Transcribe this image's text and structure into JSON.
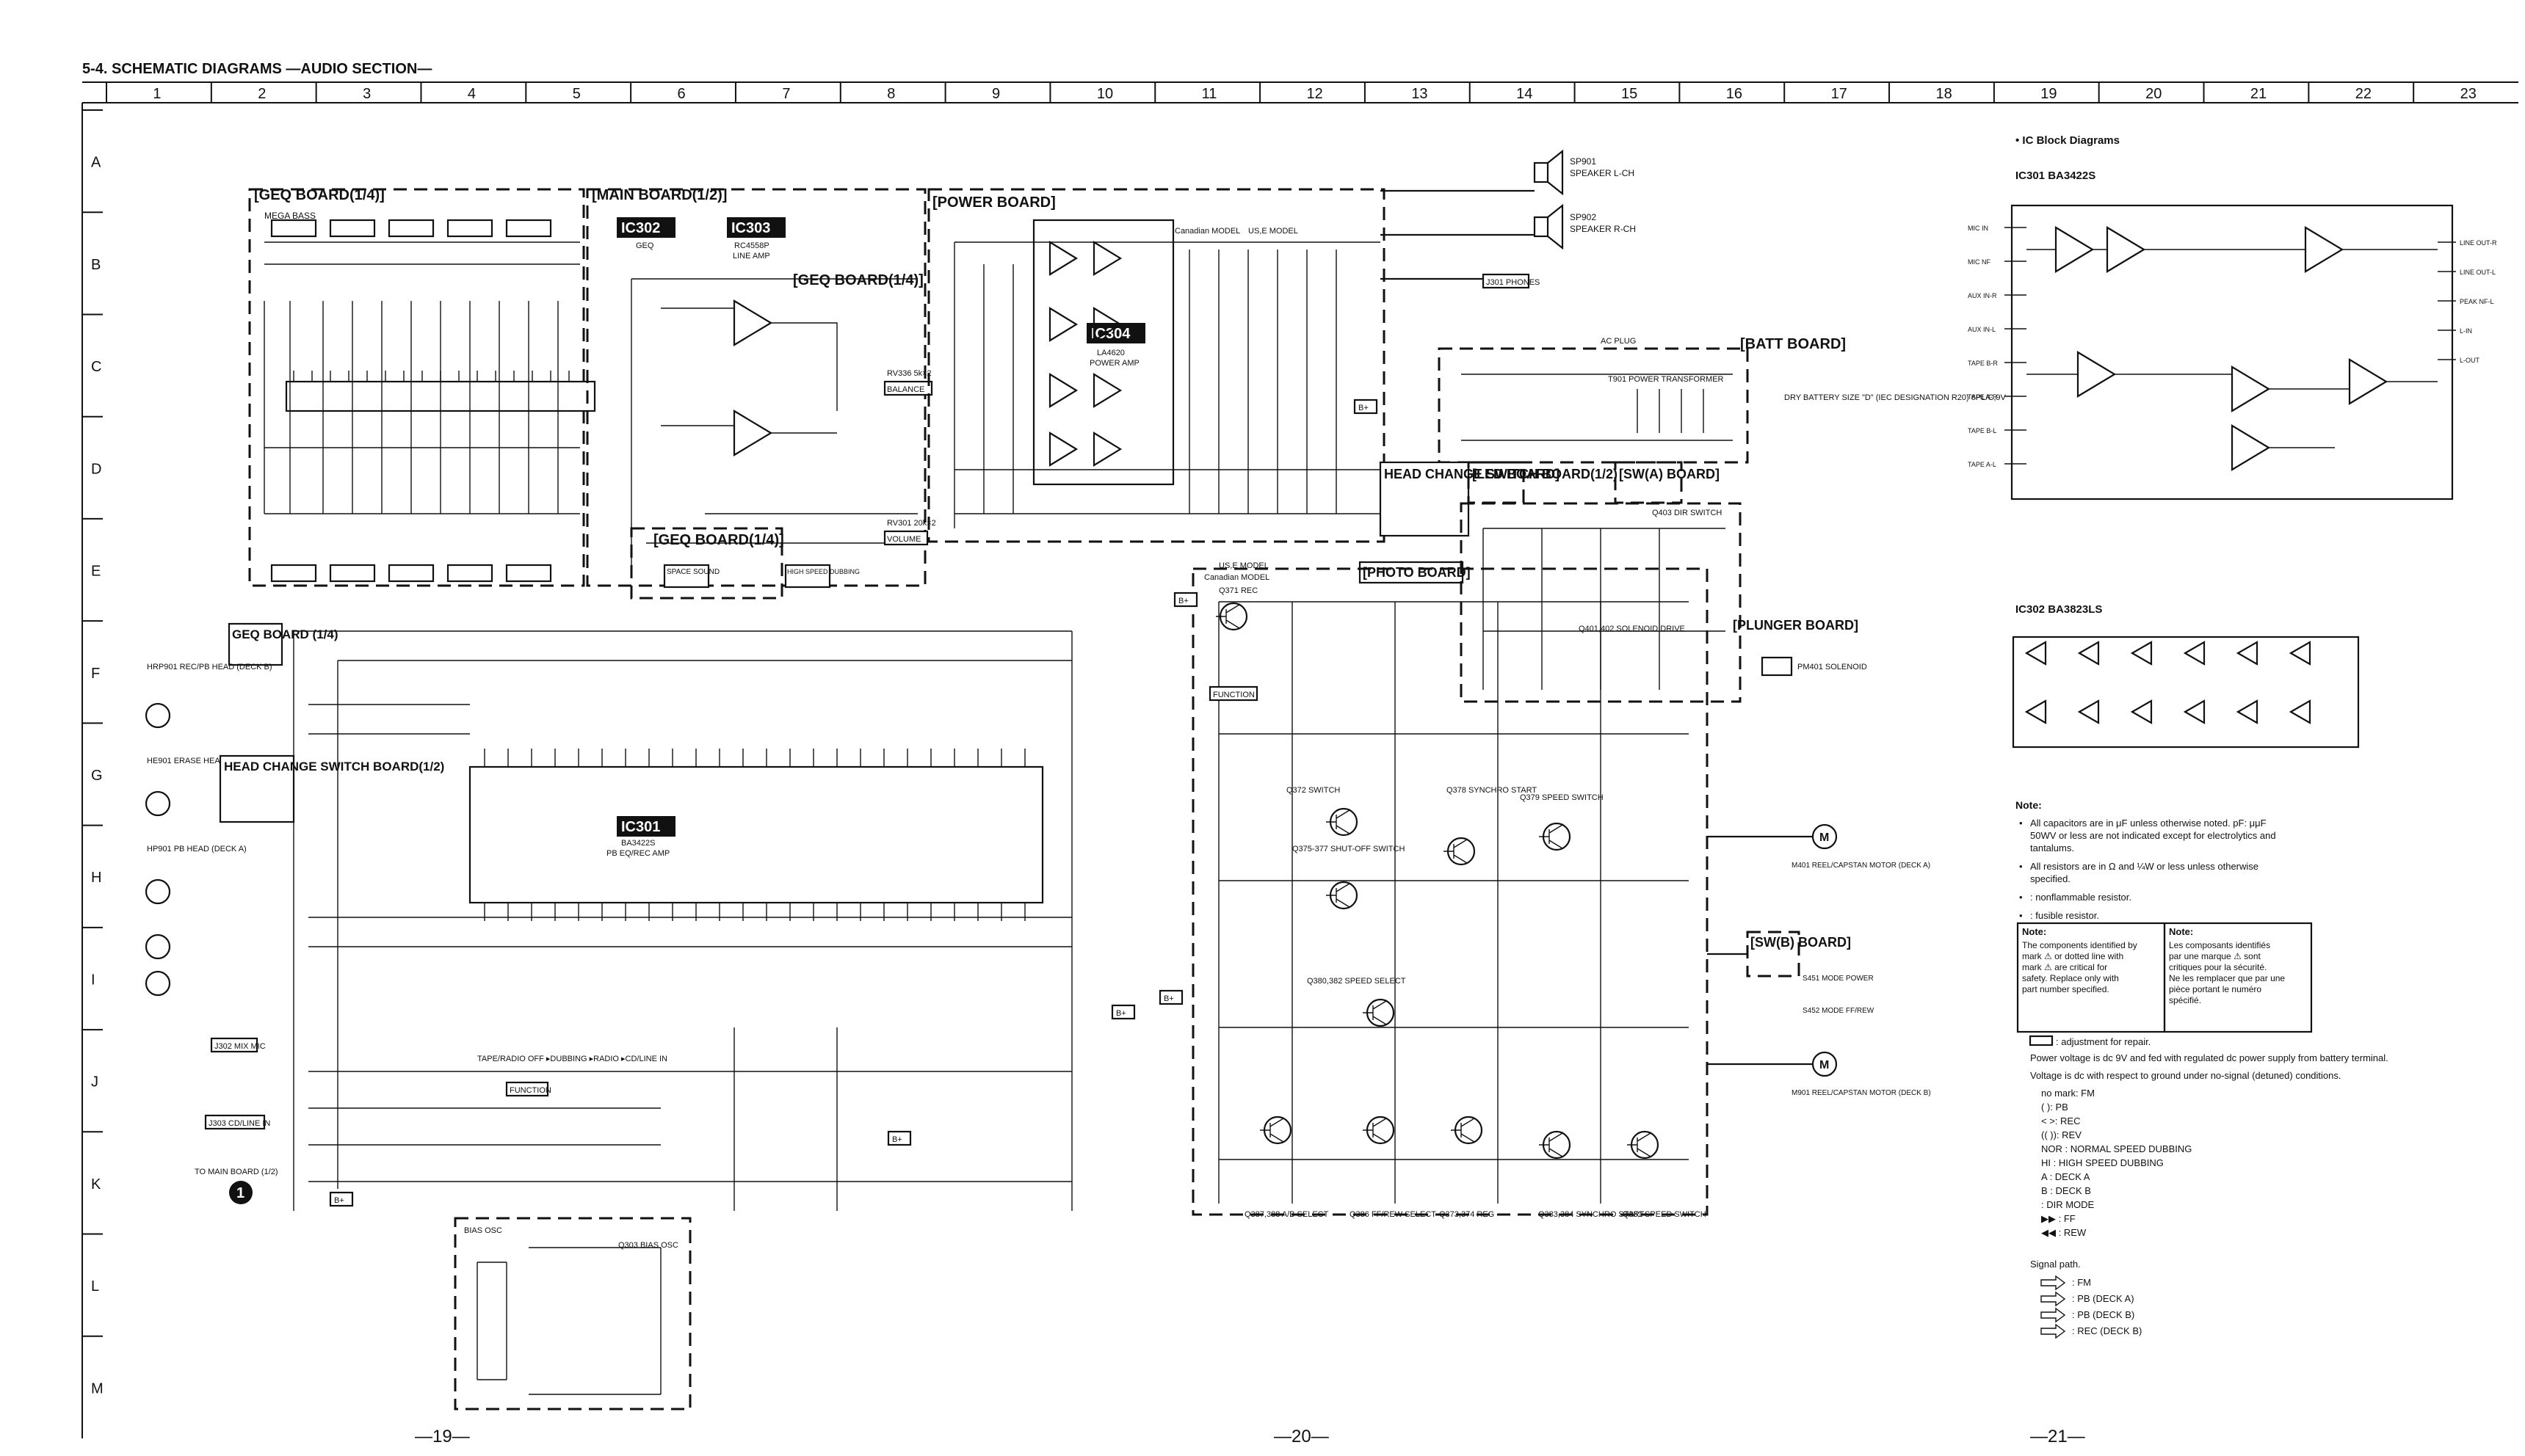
{
  "section_title": "5-4.  SCHEMATIC DIAGRAMS —AUDIO SECTION—",
  "columns": [
    "1",
    "2",
    "3",
    "4",
    "5",
    "6",
    "7",
    "8",
    "9",
    "10",
    "11",
    "12",
    "13",
    "14",
    "15",
    "16",
    "17",
    "18",
    "19",
    "20",
    "21",
    "22",
    "23"
  ],
  "rows": [
    "A",
    "B",
    "C",
    "D",
    "E",
    "F",
    "G",
    "H",
    "I",
    "J",
    "K",
    "L",
    "M"
  ],
  "page_numbers": [
    "—19—",
    "—20—",
    "—21—"
  ],
  "boards": {
    "geq_board_left": "[GEQ BOARD(1/4)]",
    "main_board": "[MAIN BOARD(1/2)]",
    "power_board": "[POWER BOARD]",
    "geq_board_mid": "[GEQ BOARD(1/4)]",
    "geq_board_lower": "[GEQ BOARD(1/4)]",
    "geq_side": "GEQ BOARD (1/4)",
    "batt_board": "[BATT BOARD]",
    "led_board": "[LED BOARD]",
    "sw_a_board": "[SW(A) BOARD]",
    "head_change_board_top": "HEAD CHANGE SWITCH BOARD(1/2)",
    "photo_board": "[PHOTO BOARD]",
    "plunger_board": "[PLUNGER BOARD]",
    "head_change_board_left": "HEAD CHANGE SWITCH BOARD(1/2)",
    "sw_b_board": "[SW(B) BOARD]"
  },
  "ics": {
    "ic302": {
      "name": "IC302",
      "sub": "GEQ"
    },
    "ic303": {
      "name": "IC303",
      "part": "RC4558P",
      "sub": "LINE AMP"
    },
    "ic304": {
      "name": "IC304",
      "part": "LA4620",
      "sub": "POWER AMP"
    },
    "ic301": {
      "name": "IC301",
      "part": "BA3422S",
      "sub": "PB EQ/REC AMP"
    }
  },
  "speakers": {
    "l": {
      "ref": "SP901",
      "label": "SPEAKER L-CH"
    },
    "r": {
      "ref": "SP902",
      "label": "SPEAKER R-CH"
    }
  },
  "jacks": {
    "phones": "J301 PHONES",
    "mix_mic": "J302 MIX MIC",
    "cd_line_in": "J303 CD/LINE IN",
    "to_main": "TO MAIN BOARD (1/2)"
  },
  "heads": {
    "hrp901": "HRP901 REC/PB HEAD (DECK B)",
    "he901": "HE901 ERASE HEAD (DECK B)",
    "hp901": "HP901 PB HEAD (DECK A)"
  },
  "controls": {
    "balance": "BALANCE",
    "rv336": "RV336 5k×2",
    "volume": "VOLUME",
    "rv301": "RV301 20k×2",
    "space_sound": "SPACE SOUND",
    "high_speed_dubbing": "HIGH SPEED DUBBING",
    "function": "FUNCTION",
    "mega_bass": "MEGA BASS",
    "tape_radio": "TAPE/RADIO OFF ▸DUBBING ▸RADIO ▸CD/LINE IN",
    "ac_plug": "AC PLUG",
    "dry_battery": "DRY BATTERY SIZE \"D\" (IEC DESIGNATION R20) 6PL/C,9V",
    "power_transformer": "T901 POWER TRANSFORMER",
    "bias_osc": "BIAS OSC",
    "canadian_model": "Canadian MODEL",
    "us_e_model": "US,E MODEL"
  },
  "transistors": [
    "Q371 REC",
    "Q372 SWITCH",
    "Q375-377 SHUT-OFF SWITCH",
    "Q378 SYNCHRO START",
    "Q379 SPEED SWITCH",
    "Q380,382 SPEED SELECT",
    "Q387,388 A/B SELECT",
    "Q386 FF/REW SELECT",
    "Q373,374 REG",
    "Q383,384 SYNCHRO START",
    "Q381 SPEED SWITCH",
    "Q303 BIAS OSC",
    "Q403 DIR SWITCH",
    "Q401,402 SOLENOID DRIVE"
  ],
  "motors": {
    "m1": "M401 REEL/CAPSTAN MOTOR (DECK A)",
    "m2": "M901 REEL/CAPSTAN MOTOR (DECK B)",
    "solenoid": "PM401 SOLENOID"
  },
  "sw_b": {
    "s451": "S451 MODE POWER",
    "s452": "S452 MODE FF/REW"
  },
  "ic_block": {
    "heading": "• IC Block Diagrams",
    "ic301_title": "IC301   BA3422S",
    "ic302_title": "IC302   BA3823LS",
    "pins_left": [
      "MIC IN",
      "MIC NF",
      "AUX IN-R",
      "AUX IN-L",
      "TAPE B-R",
      "TAPE A-R",
      "TAPE B-L",
      "TAPE A-L"
    ],
    "pins_right": [
      "LINE OUT-R",
      "LINE OUT-L",
      "PEAK NF-L",
      "L-IN",
      "L-OUT"
    ]
  },
  "notes": {
    "heading": "Note:",
    "items": [
      "All capacitors are in μF unless otherwise noted. pF: μμF 50WV or less are not indicated except for electrolytics and tantalums.",
      "All resistors are in Ω and ¼W or less unless otherwise specified.",
      ": nonflammable resistor.",
      ": fusible resistor."
    ],
    "box_en_title": "Note:",
    "box_en": "The components identified by mark ⚠ or dotted line with mark ⚠ are critical for safety. Replace only with part number specified.",
    "box_fr_title": "Note:",
    "box_fr": "Les composants identifiés par une marque ⚠ sont critiques pour la sécurité. Ne les remplacer que par une pièce portant le numéro spécifié.",
    "adjust": ": adjustment for repair.",
    "voltage1": "Power voltage is dc 9V and fed with regulated dc power supply from battery terminal.",
    "voltage2": "Voltage is dc with respect to ground under no-signal (detuned) conditions.",
    "legend": [
      "no mark: FM",
      "(    ): PB",
      "<    >: REC",
      "((    )): REV",
      "NOR    : NORMAL SPEED DUBBING",
      "HI       : HIGH SPEED DUBBING",
      "A         : DECK A",
      "B         : DECK B",
      "         : DIR MODE",
      "▶▶      : FF",
      "◀◀      : REW"
    ],
    "signal_heading": "Signal path.",
    "signal": [
      ": FM",
      ": PB (DECK A)",
      ": PB (DECK B)",
      ": REC (DECK B)"
    ]
  },
  "misc": {
    "b_plus": "B+",
    "to_main_marker": "1"
  }
}
